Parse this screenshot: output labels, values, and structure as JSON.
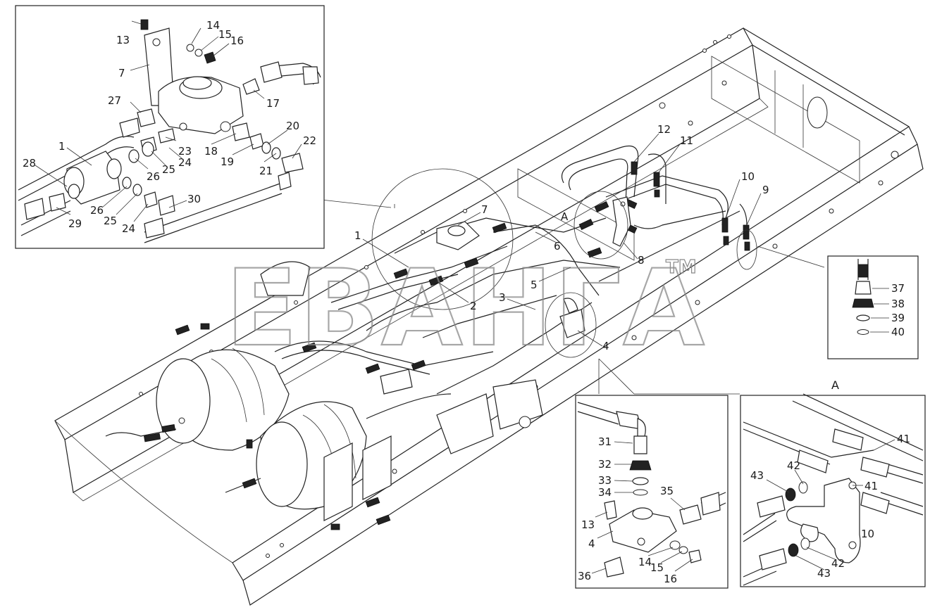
{
  "diagram": {
    "watermark": "ЕВАНГА",
    "watermark_tm": "TM",
    "views": {
      "detail_a_title": "A"
    },
    "main_labels": {
      "l1": "1",
      "l2": "2",
      "l3": "3",
      "l4": "4",
      "l5": "5",
      "l6": "6",
      "l7": "7",
      "l8": "8",
      "l9": "9",
      "l10": "10",
      "l11": "11",
      "l12": "12",
      "la": "A"
    },
    "inset_top_left": {
      "l13": "13",
      "l14": "14",
      "l15": "15",
      "l16": "16",
      "l17": "17",
      "l7": "7",
      "l27": "27",
      "l1": "1",
      "l23": "23",
      "l18": "18",
      "l20": "20",
      "l19": "19",
      "l21": "21",
      "l22": "22",
      "l24a": "24",
      "l25a": "25",
      "l26a": "26",
      "l28": "28",
      "l29": "29",
      "l26b": "26",
      "l25b": "25",
      "l24b": "24",
      "l30": "30"
    },
    "inset_right": {
      "l37": "37",
      "l38": "38",
      "l39": "39",
      "l40": "40"
    },
    "inset_bottom_mid": {
      "l31": "31",
      "l32": "32",
      "l33": "33",
      "l34": "34",
      "l35": "35",
      "l13": "13",
      "l4": "4",
      "l14": "14",
      "l15": "15",
      "l16": "16",
      "l36": "36"
    },
    "inset_bottom_right": {
      "l41a": "41",
      "l41b": "41",
      "l42a": "42",
      "l42b": "42",
      "l43a": "43",
      "l43b": "43",
      "l10": "10"
    }
  }
}
